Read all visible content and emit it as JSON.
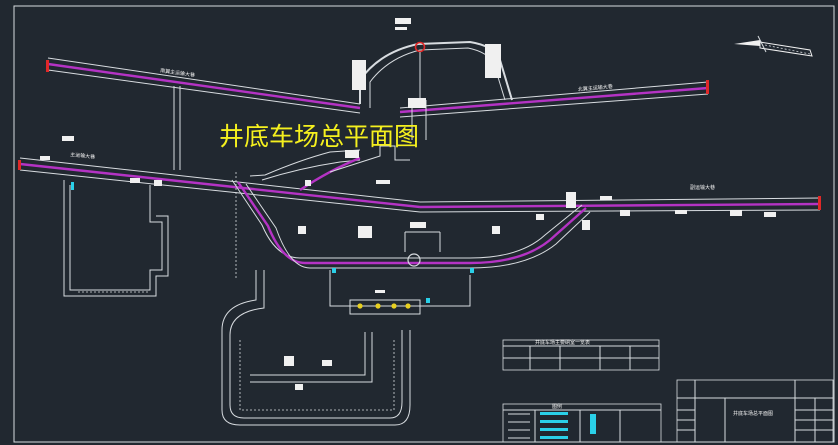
{
  "title": "井底车场总平面图",
  "labels": {
    "top_left_roadway": "南翼主运输大巷",
    "top_right_roadway": "北翼主运输大巷",
    "left_roadway": "主运输大巷",
    "right_roadway": "副运输大巷",
    "schedule_title": "井底车场主要硐室一览表",
    "legend_title": "图例",
    "titleblock_name": "井底车场总平面图"
  },
  "colors": {
    "background": "#212830",
    "linework": "#d8dce0",
    "main_track": "#b433c4",
    "title_text": "#f5f01e",
    "marker_cyan": "#2ad0e8",
    "marker_red": "#e02828",
    "marker_yellow": "#e8d020"
  },
  "icons": [
    "north-arrow-icon"
  ]
}
